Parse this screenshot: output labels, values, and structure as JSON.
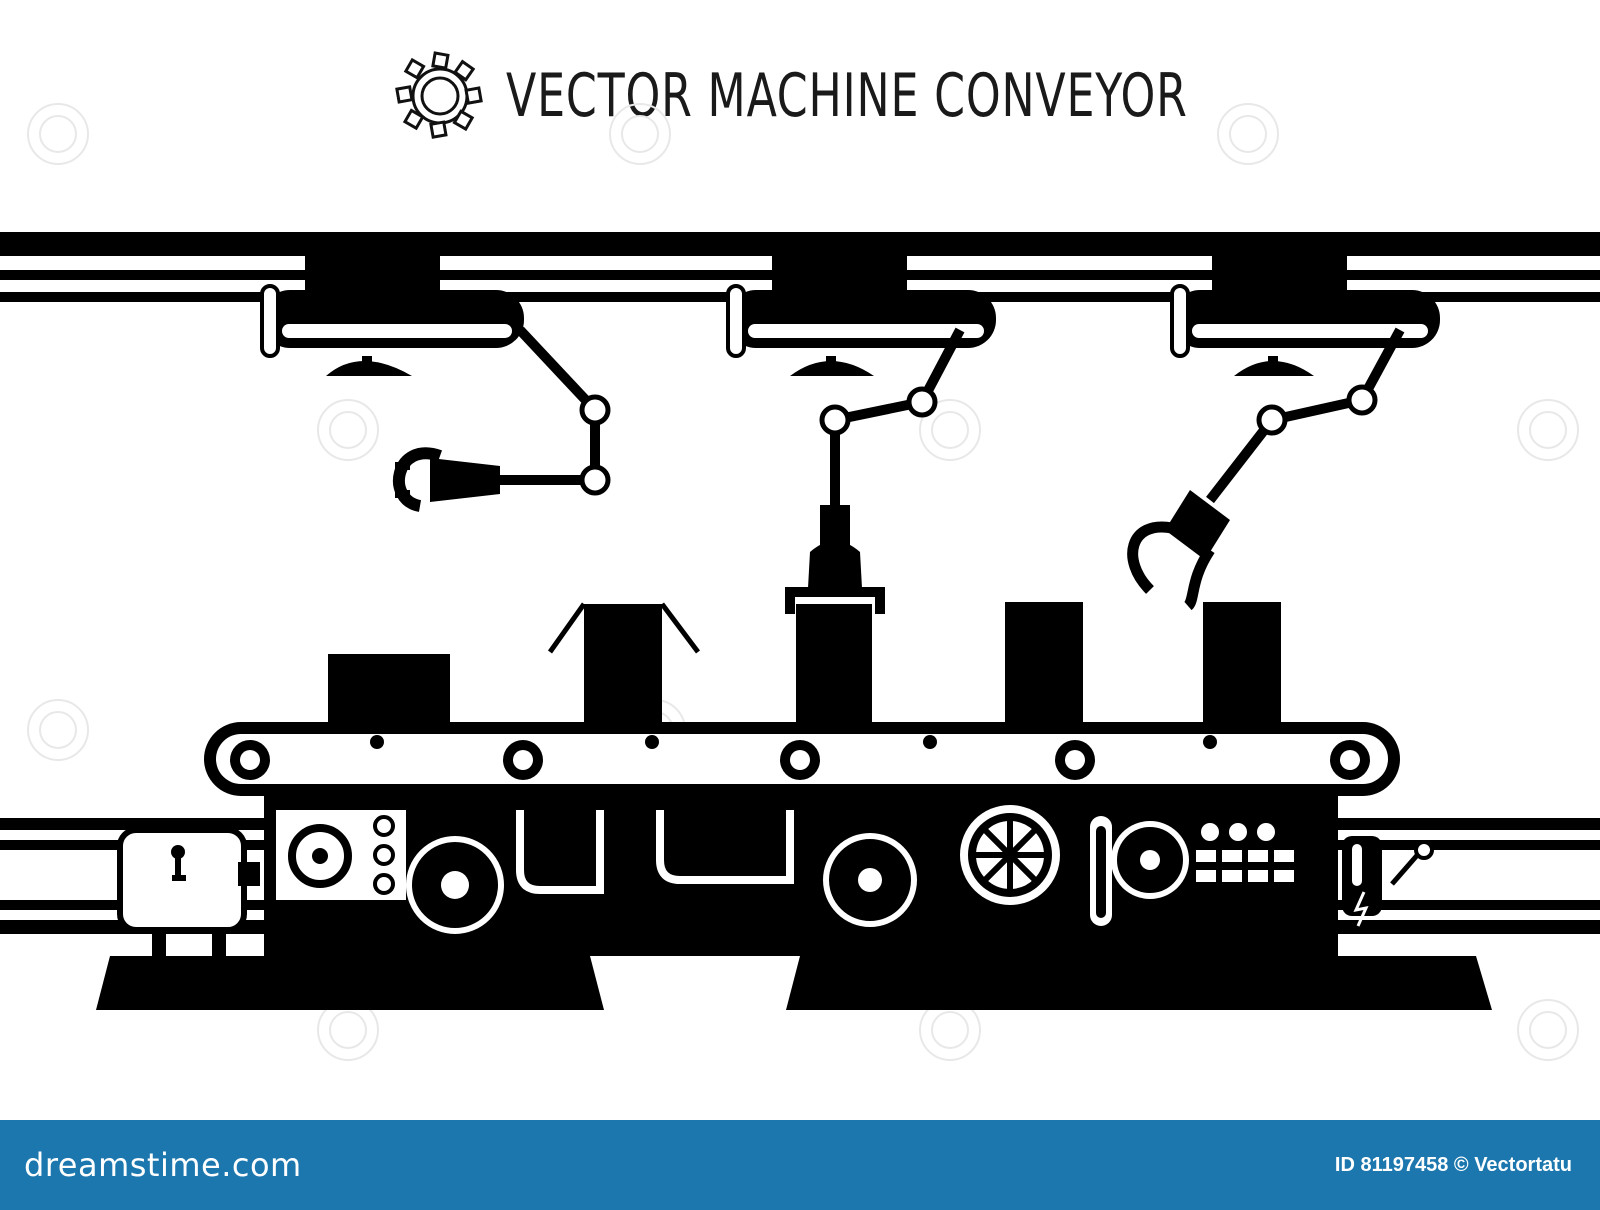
{
  "title": "VECTOR MACHINE CONVEYOR",
  "footer": {
    "brand": "dreamstime.com",
    "credit": "ID 81197458 © Vectortatu"
  },
  "watermark": "dreamstime",
  "colors": {
    "ink": "#000000",
    "background": "#ffffff",
    "footer": "#1b77ae"
  },
  "scene": {
    "robotic_arms": [
      "gripper-horizontal",
      "gripper-down-grabbing",
      "gripper-open-angled"
    ],
    "boxes_on_belt": [
      "low-box",
      "open-box",
      "gripped-box",
      "tall-box",
      "tall-box"
    ]
  }
}
